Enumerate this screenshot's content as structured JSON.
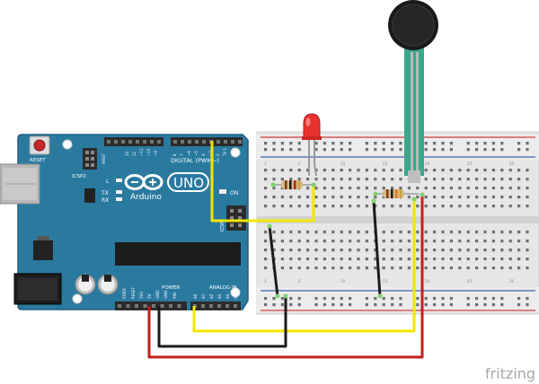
{
  "board": {
    "reset_label": "RESET",
    "brand": "Arduino",
    "model": "UNO",
    "icsp2_label": "ICSP2",
    "icsp_label": "ICSP",
    "digital_label": "DIGITAL (PWM~)",
    "power_label": "POWER",
    "analog_label": "ANALOG IN",
    "on_label": "ON",
    "l_label": "L",
    "tx_label": "TX",
    "rx_label": "RX",
    "aref_label": "AREF",
    "gnd_label": "GND",
    "digital_pins": [
      "13",
      "12",
      "~11",
      "~10",
      "~9",
      "8",
      "7",
      "~6",
      "~5",
      "4",
      "~3",
      "2",
      "TX 1",
      "RX 0"
    ],
    "power_pins": [
      "IOREF",
      "RESET",
      "3V3",
      "5V",
      "GND",
      "GND",
      "VIN"
    ],
    "analog_pins": [
      "A0",
      "A1",
      "A2",
      "A3",
      "A4",
      "A5"
    ]
  },
  "breadboard": {
    "column_labels": [
      "1",
      "5",
      "10",
      "15",
      "20",
      "25",
      "30"
    ]
  },
  "watermark": "fritzing",
  "colors": {
    "pcb": "#2a7aa0",
    "pcb_dark": "#1f6487",
    "header": "#2b2b2b",
    "wire_yellow": "#f2e600",
    "wire_red": "#c0201e",
    "wire_black": "#1b1b1b",
    "led": "#e8322d",
    "sensor_lead": "#3aa88a",
    "breadboard": "#e4e4e4",
    "rail_red": "#d13b3b",
    "rail_blue": "#3f5fb0"
  }
}
